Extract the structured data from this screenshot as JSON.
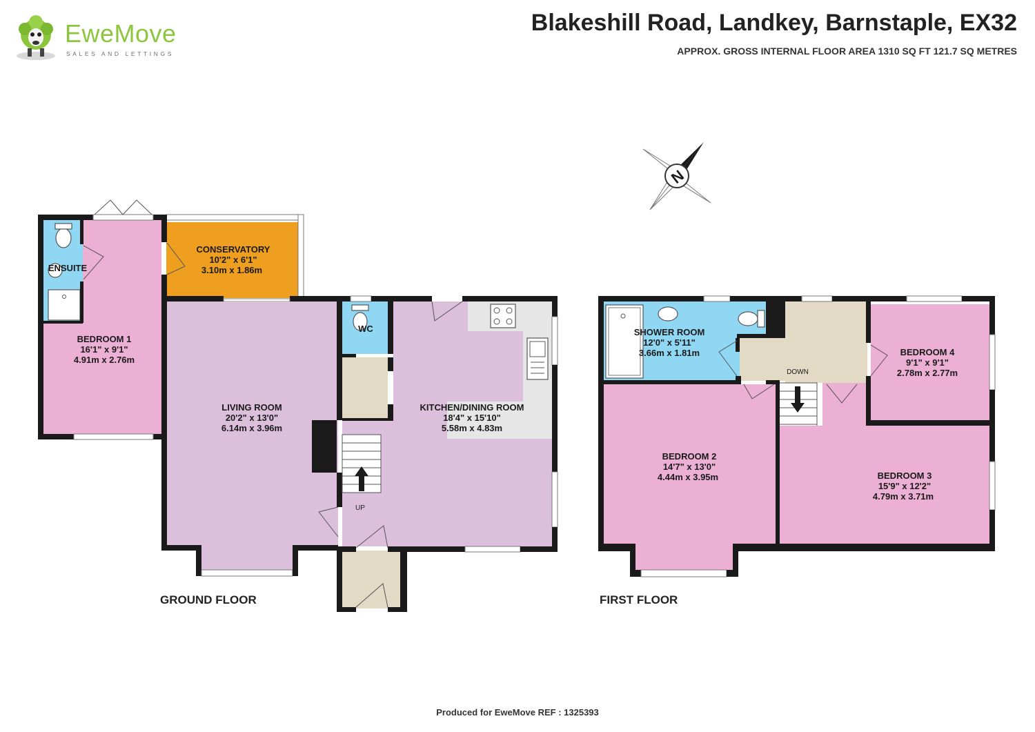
{
  "brand": {
    "name": "EweMove",
    "tagline": "SALES AND LETTINGS",
    "accent_color": "#8cc63f"
  },
  "header": {
    "address": "Blakeshill Road, Landkey, Barnstaple, EX32",
    "area": "APPROX. GROSS INTERNAL FLOOR AREA 1310 SQ FT 121.7 SQ METRES"
  },
  "compass": {
    "label": "N"
  },
  "floors": {
    "ground": {
      "label": "GROUND FLOOR"
    },
    "first": {
      "label": "FIRST FLOOR"
    }
  },
  "rooms": {
    "conservatory": {
      "name": "CONSERVATORY",
      "imperial": "10'2\"  x 6'1\"",
      "metric": "3.10m  x 1.86m"
    },
    "ensuite": {
      "name": "ENSUITE"
    },
    "bedroom1": {
      "name": "BEDROOM 1",
      "imperial": "16'1\"  x 9'1\"",
      "metric": "4.91m  x 2.76m"
    },
    "living": {
      "name": "LIVING ROOM",
      "imperial": "20'2\"  x 13'0\"",
      "metric": "6.14m  x 3.96m"
    },
    "wc": {
      "name": "WC"
    },
    "kitchen": {
      "name": "KITCHEN/DINING ROOM",
      "imperial": "18'4\"  x 15'10\"",
      "metric": "5.58m  x 4.83m"
    },
    "shower": {
      "name": "SHOWER ROOM",
      "imperial": "12'0\"  x 5'11\"",
      "metric": "3.66m  x 1.81m"
    },
    "bedroom4": {
      "name": "BEDROOM 4",
      "imperial": "9'1\"  x 9'1\"",
      "metric": "2.78m  x 2.77m"
    },
    "bedroom2": {
      "name": "BEDROOM 2",
      "imperial": "14'7\"  x 13'0\"",
      "metric": "4.44m  x 3.95m"
    },
    "bedroom3": {
      "name": "BEDROOM 3",
      "imperial": "15'9\"  x 12'2\"",
      "metric": "4.79m  x 3.71m"
    }
  },
  "stairs": {
    "up": "UP",
    "down": "DOWN"
  },
  "footer": {
    "text": "Produced for EweMove    REF : 1325393"
  },
  "colors": {
    "bedroom_pink": "#ebb0d3",
    "living_lilac": "#dcbfdb",
    "conservatory_orange": "#ee9f1f",
    "bathroom_blue": "#8fd7f3",
    "hall_beige": "#e3dac6",
    "cupboard_tan": "#cdb99b",
    "worktop_grey": "#e6e6e6",
    "wall": "#1a1a1a"
  }
}
